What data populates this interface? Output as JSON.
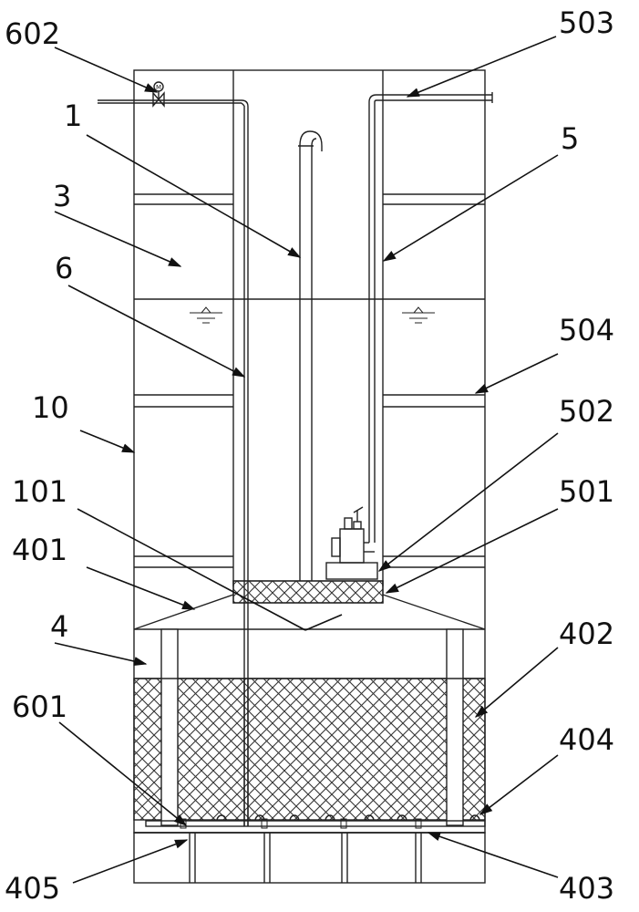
{
  "diagram": {
    "labels": {
      "l602": "602",
      "l503": "503",
      "l1": "1",
      "l5": "5",
      "l3": "3",
      "l6": "6",
      "l504": "504",
      "l10": "10",
      "l502": "502",
      "l101": "101",
      "l501": "501",
      "l401": "401",
      "l4": "4",
      "l402": "402",
      "l601": "601",
      "l404": "404",
      "l405": "405",
      "l403": "403"
    },
    "colors": {
      "line": "#222222",
      "hatch": "#333333",
      "background": "#ffffff"
    },
    "icons": {
      "motor_valve": "motorized-valve-icon",
      "water_level": "water-level-icon",
      "pump": "submersible-pump-icon"
    }
  }
}
